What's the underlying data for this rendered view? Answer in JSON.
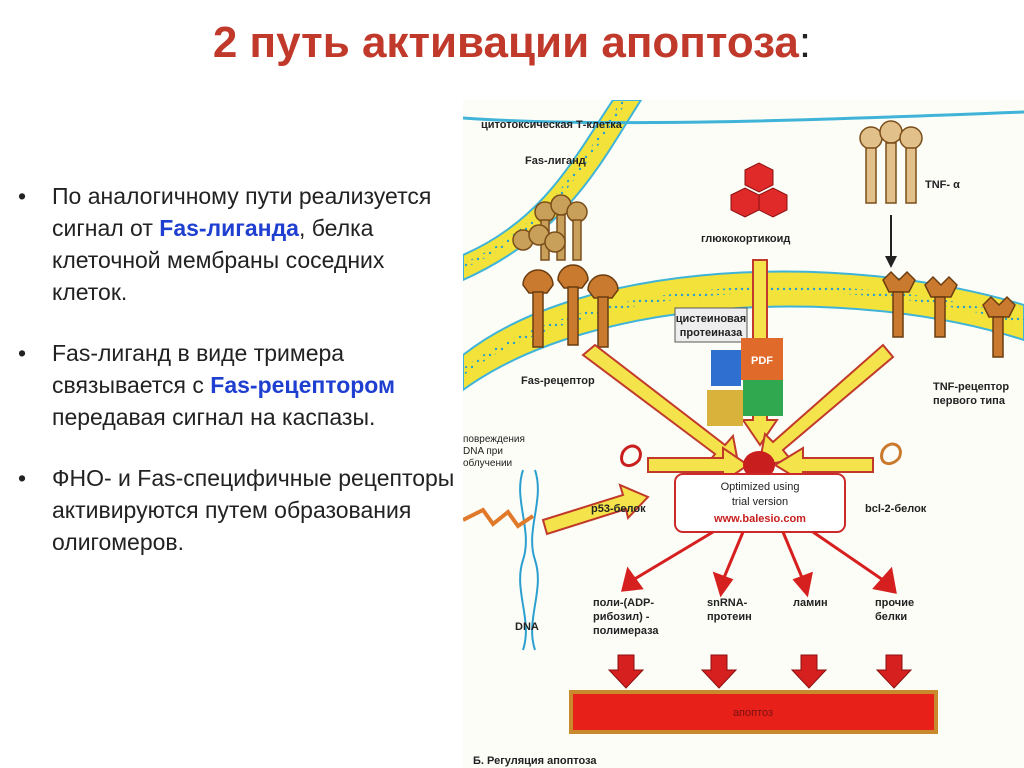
{
  "slide": {
    "title": "2 путь активации апоптоза",
    "title_suffix": ":",
    "bullets": [
      {
        "a": "По аналогичному пути реализуется сигнал от ",
        "b": "Fas-лиганда",
        "c": ", белка клеточной мембраны соседних клеток."
      },
      {
        "a": "Fas-лиганд в виде тримера связывается с ",
        "b": "Fas-рецептором",
        "c": " передавая сигнал на каспазы."
      },
      {
        "a": "ФНО- и Fas-специфичные рецепторы активируются путем образования олигомеров.",
        "b": "",
        "c": ""
      }
    ]
  },
  "diagram": {
    "labels": {
      "t_cell": "цитотоксическая Т-клетка",
      "fas_ligand": "Fas-лиганд",
      "glucocorticoid": "глюкокортикоид",
      "tnf_alpha": "TNF- α",
      "cysteine_protease_1": "цистеиновая",
      "cysteine_protease_2": "протеиназа",
      "fas_receptor": "Fas-рецептор",
      "tnf_receptor_1": "TNF-рецептор",
      "tnf_receptor_2": "первого типа",
      "dna_damage_1": "повреждения",
      "dna_damage_2": "DNA при",
      "dna_damage_3": "облучении",
      "p53": "p53-белок",
      "bcl2": "bcl-2-белок",
      "dna": "DNA",
      "parp_1": "поли-(ADP-",
      "parp_2": "рибозил) -",
      "parp_3": "полимераза",
      "snrna_1": "snRNA-",
      "snrna_2": "протеин",
      "lamin": "ламин",
      "other_1": "прочие",
      "other_2": "белки",
      "apoptosis": "апоптоз",
      "caption": "Б. Регуляция апоптоза",
      "watermark_1": "Optimized using",
      "watermark_2": "trial version",
      "watermark_3": "www.balesio.com",
      "pdf_icon": "PDF"
    },
    "colors": {
      "membrane": "#f2e23a",
      "membrane_stroke": "#3fb3d8",
      "arrow_fill": "#f4e34a",
      "arrow_stroke": "#c0392b",
      "receptor": "#c97a2e",
      "red_arrow": "#d62020",
      "apoptosis_bar": "#e8201a"
    }
  }
}
